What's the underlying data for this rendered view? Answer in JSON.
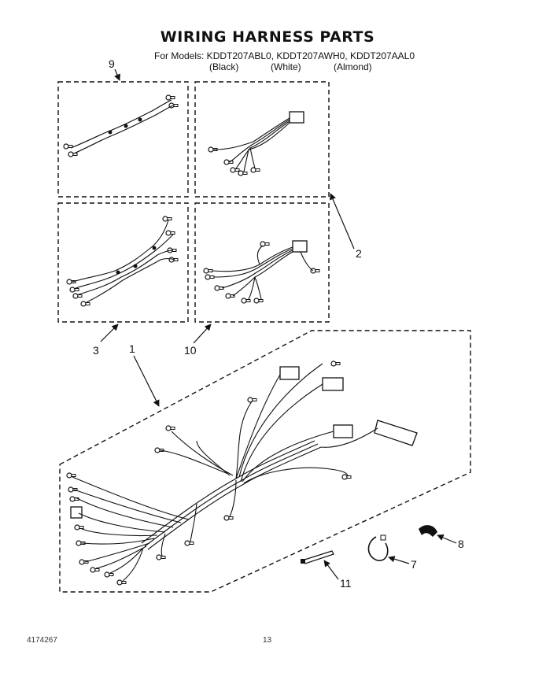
{
  "header": {
    "title": "WIRING HARNESS PARTS",
    "models_line": "For Models: KDDT207ABL0, KDDT207AWH0, KDDT207AAL0",
    "color_black": "(Black)",
    "color_white": "(White)",
    "color_almond": "(Almond)"
  },
  "callouts": {
    "c9": "9",
    "c2": "2",
    "c3": "3",
    "c10": "10",
    "c1": "1",
    "c8": "8",
    "c7": "7",
    "c11": "11"
  },
  "footer": {
    "part_number": "4174267",
    "page": "13"
  }
}
